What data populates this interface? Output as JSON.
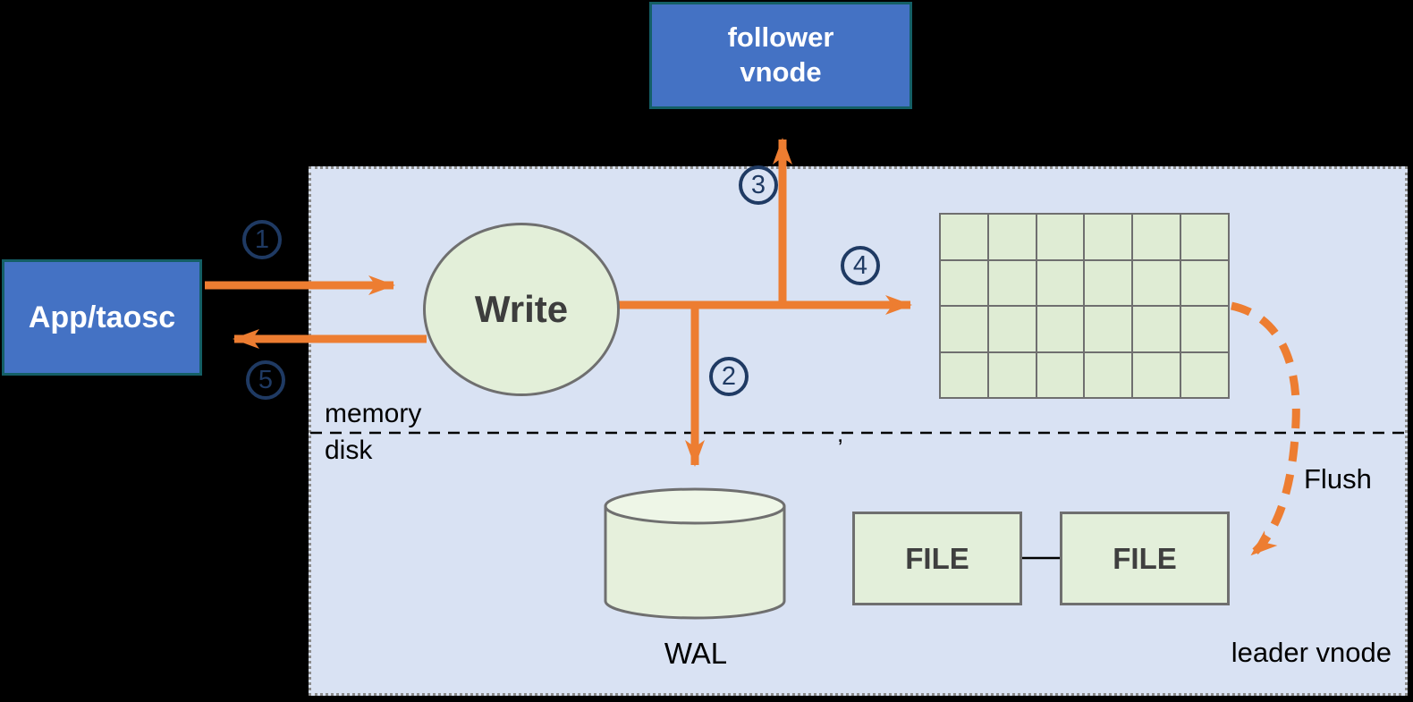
{
  "app_box": {
    "label": "App/taosc"
  },
  "follower_box": {
    "label": "follower\nvnode"
  },
  "write_node": {
    "label": "Write"
  },
  "memtable": {
    "rows": 4,
    "cols": 6
  },
  "wal": {
    "label": "WAL"
  },
  "files": [
    {
      "label": "FILE"
    },
    {
      "label": "FILE"
    }
  ],
  "labels": {
    "memory": "memory",
    "disk": "disk",
    "flush": "Flush",
    "leader": "leader vnode",
    "comma": ","
  },
  "steps": [
    "1",
    "2",
    "3",
    "4",
    "5"
  ],
  "colors": {
    "arrow_orange": "#ed7d31",
    "step_navy": "#1f3a63",
    "box_blue": "#4472c4",
    "box_border_teal": "#145f66",
    "node_green": "#e3efd9",
    "panel_lavender": "#d9e2f3",
    "stroke_gray": "#6f6f6f",
    "background": "#000000"
  }
}
